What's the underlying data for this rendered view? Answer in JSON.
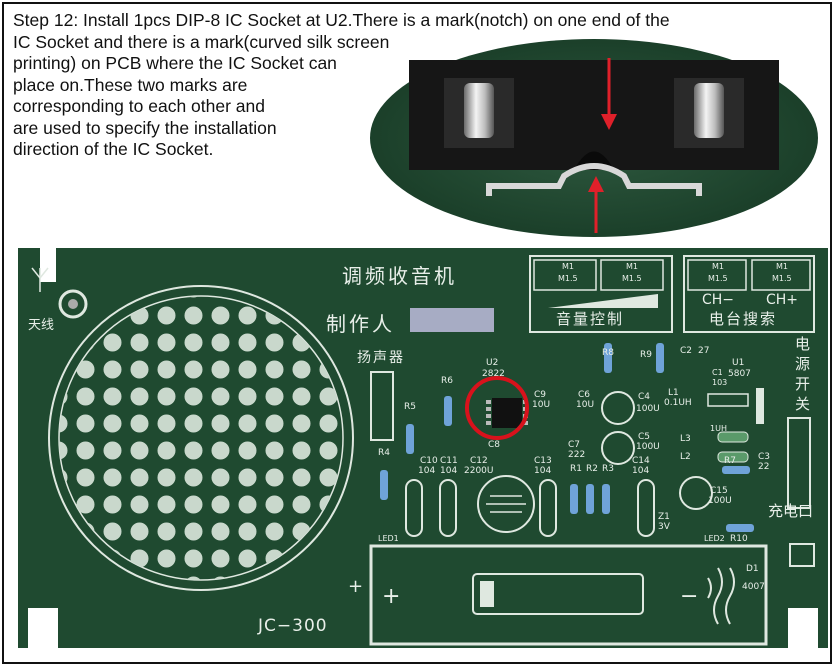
{
  "instruction": {
    "line1": "Step 12: Install 1pcs DIP-8 IC Socket at U2.There is a mark(notch) on one end of the",
    "line2": "IC Socket and there is a mark(curved silk screen",
    "line3": "printing) on PCB where the IC Socket can",
    "line4": "place on.These two marks are",
    "line5": "corresponding to each other and",
    "line6": "are used to specify the installation",
    "line7": "direction of the IC Socket."
  },
  "pcb": {
    "title": "调频收音机",
    "maker_label": "制作人",
    "antenna_label": "天线",
    "speaker_label": "扬声器",
    "volume_label": "音量控制",
    "station_label": "电台搜索",
    "ch_minus": "CH−",
    "ch_plus": "CH+",
    "power_switch": "电源开关",
    "charge_label": "充电口",
    "model": "JC−300",
    "plus_sign": "+",
    "minus_sign": "−",
    "m1": "M1",
    "m15": "M1.5",
    "parts": {
      "u2": "U2",
      "u2_val": "2822",
      "u1": "U1",
      "u1_val": "5807",
      "r1": "R1",
      "r2": "R2",
      "r3": "R3",
      "r4": "R4",
      "r5": "R5",
      "r6": "R6",
      "r7": "R7",
      "r8": "R8",
      "r9": "R9",
      "r10": "R10",
      "c1": "C1",
      "c1_val": "103",
      "c2": "C2",
      "c2_val": "27",
      "c3": "C3",
      "c3_val": "22",
      "c4": "C4",
      "c4_val": "100U",
      "c5": "C5",
      "c5_val": "100U",
      "c6": "C6",
      "c6_val": "10U",
      "c7": "C7",
      "c7_val": "222",
      "c8": "C8",
      "c9": "C9",
      "c9_val": "10U",
      "c10": "C10",
      "c10_val": "104",
      "c11": "C11",
      "c11_val": "104",
      "c12": "C12",
      "c12_val": "2200U",
      "c13": "C13",
      "c13_val": "104",
      "c14": "C14",
      "c14_val": "104",
      "c15": "C15",
      "c15_val": "100U",
      "l1": "L1",
      "l1_val": "0.1UH",
      "l2": "L2",
      "l3": "L3",
      "l3_val": "1UH",
      "z1": "Z1",
      "z1_val": "3V",
      "d1": "D1",
      "d1_val": "4007",
      "led1": "LED1",
      "led2": "LED2"
    }
  },
  "colors": {
    "pcb_green": "#1f4a30",
    "silk": "#dfe8e0",
    "marker_red": "#e0202a",
    "circle_red": "#d8121c"
  }
}
